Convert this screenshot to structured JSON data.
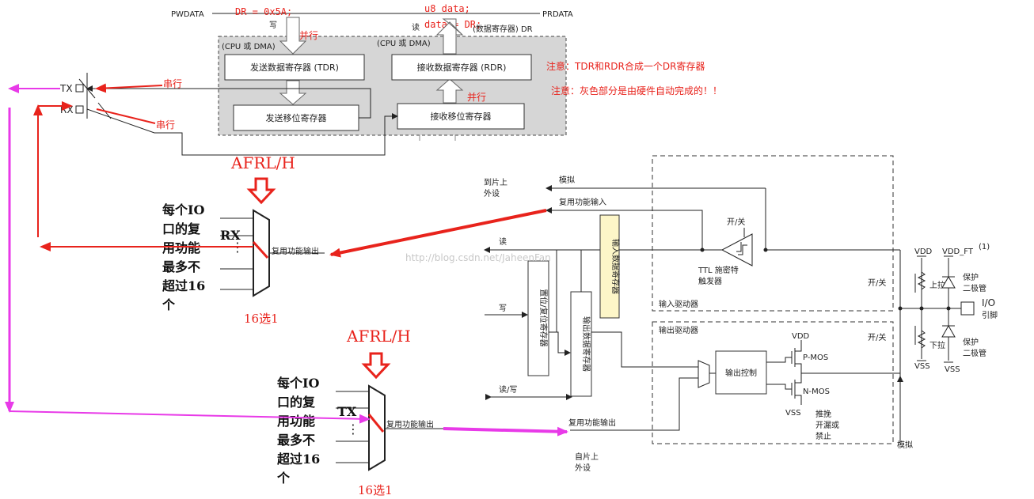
{
  "uart": {
    "pwdata": "PWDATA",
    "prdata": "PRDATA",
    "code_left": "DR = 0x5A;",
    "code_right_1": "u8 data;",
    "code_right_2": "data = DR;",
    "write_label": "写",
    "read_label": "读",
    "dr_label": "(数据寄存器) DR",
    "cpu_dma_left": "(CPU 或 DMA)",
    "cpu_dma_right": "(CPU 或 DMA)",
    "parallel_1": "并行",
    "parallel_2": "并行",
    "serial_1": "串行",
    "serial_2": "串行",
    "tdr": "发送数据寄存器 (TDR)",
    "rdr": "接收数据寄存器 (RDR)",
    "tx_shift": "发送移位寄存器",
    "rx_shift": "接收移位寄存器",
    "tx_pin": "TX",
    "rx_pin": "RX",
    "note_1": "注意：TDR和RDR合成一个DR寄存器",
    "note_2": "注意：灰色部分是由硬件自动完成的！！"
  },
  "mux_top": {
    "afr_label": "AFRL/H",
    "desc_lines": [
      "每个IO",
      "口的复",
      "用功能",
      "最多不",
      "超过16",
      "个"
    ],
    "signal": "RX",
    "output_label": "复用功能输出",
    "select_label": "16选1"
  },
  "mux_bottom": {
    "afr_label": "AFRL/H",
    "desc_lines": [
      "每个IO",
      "口的复",
      "用功能",
      "最多不",
      "超过16",
      "个"
    ],
    "signal": "TX",
    "output_label": "复用功能输出",
    "select_label": "16选1"
  },
  "gpio": {
    "to_periph_1": "到片上",
    "to_periph_2": "外设",
    "analog": "模拟",
    "af_input": "复用功能输入",
    "read": "读",
    "input_data_reg": "输入数据寄存器",
    "switch": "开/关",
    "ttl_1": "TTL 施密特",
    "ttl_2": "触发器",
    "input_driver": "输入驱动器",
    "output_driver": "输出驱动器",
    "write": "写",
    "bsrr": "置位/复位寄存器",
    "odr": "输出数据寄存器",
    "read_write": "读/写",
    "af_output": "复用功能输出",
    "from_periph_1": "自片上",
    "from_periph_2": "外设",
    "output_control": "输出控制",
    "vdd": "VDD",
    "vss": "VSS",
    "pmos": "P-MOS",
    "nmos": "N-MOS",
    "mode_1": "推挽",
    "mode_2": "开漏或",
    "mode_3": "禁止",
    "analog_bottom": "模拟",
    "sw_top": "开/关",
    "sw_bottom": "开/关",
    "pull_up": "上拉",
    "pull_down": "下拉",
    "vdd_ft": "VDD_FT",
    "vdd_ft_note": "(1)",
    "protect_1": "保护",
    "protect_2": "二极管",
    "io_1": "I/O",
    "io_2": "引脚"
  },
  "watermark": "http://blog.csdn.net/JaheenFan",
  "colors": {
    "annotation_red": "#e8231c",
    "annotation_magenta": "#e83ae8",
    "gray_area": "#d6d6d6",
    "register_yellow": "#fdf6c8"
  }
}
